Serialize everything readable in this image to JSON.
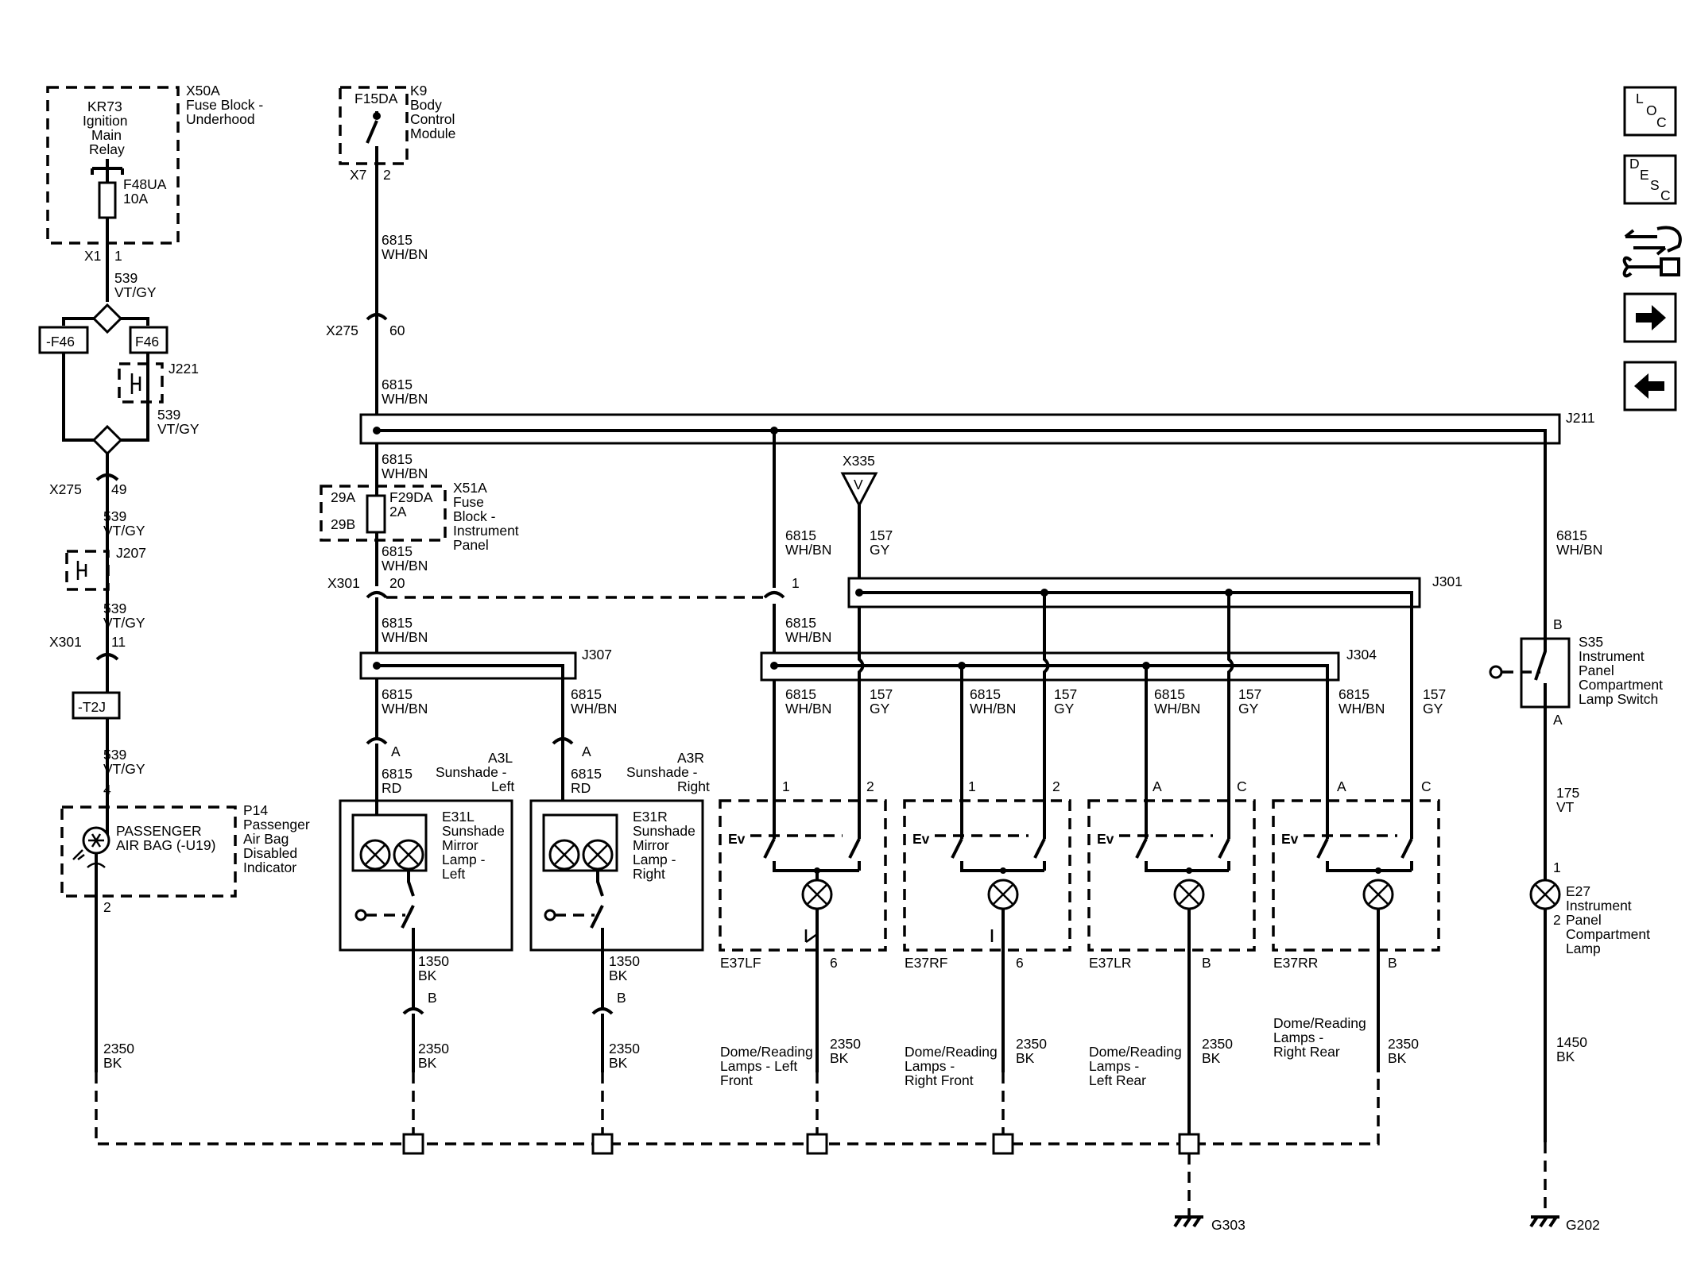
{
  "components": {
    "kr73": [
      "KR73",
      "Ignition",
      "Main",
      "Relay"
    ],
    "x50a": [
      "X50A",
      "Fuse Block -",
      "Underhood"
    ],
    "f48ua": [
      "F48UA",
      "10A"
    ],
    "k9": [
      "K9",
      "Body",
      "Control",
      "Module"
    ],
    "f15da": "F15DA",
    "x51a": [
      "X51A",
      "Fuse",
      "Block -",
      "Instrument",
      "Panel"
    ],
    "f29da": [
      "F29DA",
      "2A"
    ],
    "x51a_pins": [
      "29A",
      "29B"
    ],
    "p14": [
      "P14",
      "Passenger",
      "Air Bag",
      "Disabled",
      "Indicator"
    ],
    "p14_face": [
      "PASSENGER",
      "AIR BAG (-U19)"
    ],
    "a3l": [
      "A3L",
      "Sunshade -",
      "Left"
    ],
    "a3r": [
      "A3R",
      "Sunshade -",
      "Right"
    ],
    "e31l": [
      "E31L",
      "Sunshade",
      "Mirror",
      "Lamp -",
      "Left"
    ],
    "e31r": [
      "E31R",
      "Sunshade",
      "Mirror",
      "Lamp -",
      "Right"
    ],
    "s35": [
      "S35",
      "Instrument",
      "Panel",
      "Compartment",
      "Lamp Switch"
    ],
    "e27": [
      "E27",
      "Instrument",
      "Panel",
      "Compartment",
      "Lamp"
    ],
    "dome": {
      "lf": {
        "id": "E37LF",
        "desc": [
          "Dome/Reading",
          "Lamps - Left",
          "Front"
        ]
      },
      "rf": {
        "id": "E37RF",
        "desc": [
          "Dome/Reading",
          "Lamps -",
          "Right Front"
        ]
      },
      "lr": {
        "id": "E37LR",
        "desc": [
          "Dome/Reading",
          "Lamps -",
          "Left Rear"
        ]
      },
      "rr": {
        "id": "E37RR",
        "desc": [
          "Dome/Reading",
          "Lamps -",
          "Right Rear"
        ]
      }
    },
    "fuse_tags": [
      "-F46",
      "F46",
      "-T2J"
    ]
  },
  "splices": [
    "J221",
    "J207",
    "J211",
    "J301",
    "J304",
    "J307"
  ],
  "connectors": {
    "x1": [
      "X1",
      "1"
    ],
    "x7": [
      "X7",
      "2"
    ],
    "x275_a": [
      "X275",
      "49"
    ],
    "x275_b": [
      "X275",
      "60"
    ],
    "x301_a": [
      "X301",
      "11"
    ],
    "x301_b": [
      "X301",
      "20"
    ],
    "x301_c": "1",
    "x335": "X335",
    "x335_symbol": "V",
    "p14_pins": [
      "4",
      "2"
    ],
    "a3l_pins": [
      "A",
      "B"
    ],
    "a3r_pins": [
      "A",
      "B"
    ],
    "dome_pins": {
      "lf": [
        "1",
        "2",
        "6"
      ],
      "rf": [
        "1",
        "2",
        "6"
      ],
      "lr": [
        "A",
        "C",
        "B"
      ],
      "rr": [
        "A",
        "C",
        "B"
      ]
    },
    "s35_pins": [
      "B",
      "A"
    ],
    "e27_pins": [
      "1",
      "2"
    ]
  },
  "wires": {
    "w539": [
      "539",
      "VT/GY"
    ],
    "w6815": [
      "6815",
      "WH/BN"
    ],
    "w6815rd": [
      "6815",
      "RD"
    ],
    "w157": [
      "157",
      "GY"
    ],
    "w175": [
      "175",
      "VT"
    ],
    "w1350": [
      "1350",
      "BK"
    ],
    "w2350": [
      "2350",
      "BK"
    ],
    "w1450": [
      "1450",
      "BK"
    ]
  },
  "grounds": [
    "G303",
    "G202"
  ],
  "nav": {
    "loc": [
      "L",
      "O",
      "C"
    ],
    "desc": [
      "D",
      "E",
      "S",
      "C"
    ],
    "icons": [
      "connector-wrench-icon",
      "arrow-right-icon",
      "arrow-left-icon"
    ]
  }
}
